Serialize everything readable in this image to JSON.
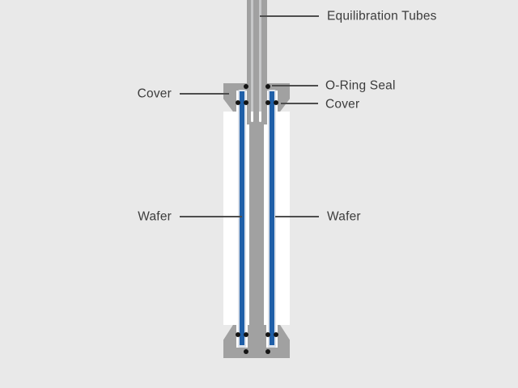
{
  "diagram": {
    "labels": {
      "equilibration_tubes": "Equilibration Tubes",
      "o_ring_seal": "O-Ring Seal",
      "cover_right": "Cover",
      "cover_left": "Cover",
      "wafer_left": "Wafer",
      "wafer_right": "Wafer"
    },
    "colors": {
      "background": "#e9e9e9",
      "metal": "#a1a1a1",
      "bore": "#c7c8c9",
      "chamber": "#ffffff",
      "wafer": "#1f5fa8",
      "wafer_outline": "#dbe1ea",
      "oring": "#141414",
      "line": "#4d4d4d",
      "text": "#3c3c3c"
    }
  }
}
